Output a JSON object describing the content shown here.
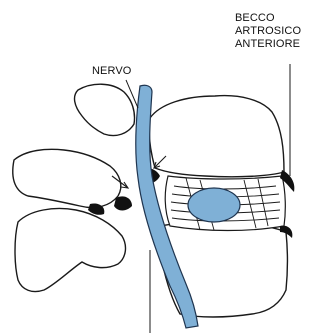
{
  "labels": {
    "nervo": "NERVO",
    "becco_lines": [
      "BECCO",
      "ARTROSICO",
      "ANTERIORE"
    ]
  },
  "colors": {
    "nerve": "#7fb0d6",
    "nerve_stroke": "#1f3550",
    "bone_fill": "#ffffff",
    "bone_stroke": "#1a1a1a",
    "shadow": "#111111",
    "background": "#ffffff"
  }
}
